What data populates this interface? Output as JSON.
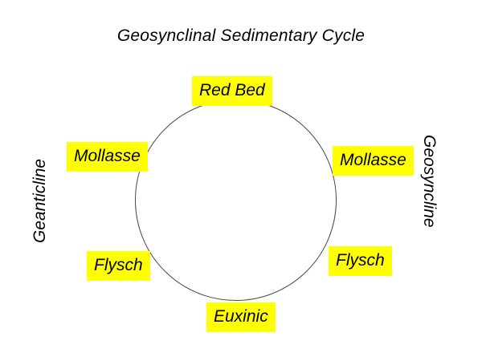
{
  "diagram": {
    "title": "Geosynclinal Sedimentary Cycle",
    "shape": "circle",
    "circle_outline_color": "#4a4a4a",
    "circle_fill_color": "#ffffff",
    "highlight_color": "#ffff00",
    "text_color": "#000000",
    "background_color": "#ffffff",
    "stages": [
      {
        "id": "red-bed",
        "label": "Red Bed",
        "position": "top"
      },
      {
        "id": "mollasse-right",
        "label": "Mollasse",
        "position": "upper-right"
      },
      {
        "id": "flysch-right",
        "label": "Flysch",
        "position": "lower-right"
      },
      {
        "id": "euxinic",
        "label": "Euxinic",
        "position": "bottom"
      },
      {
        "id": "flysch-left",
        "label": "Flysch",
        "position": "lower-left"
      },
      {
        "id": "mollasse-left",
        "label": "Mollasse",
        "position": "upper-left"
      }
    ],
    "axes": [
      {
        "id": "geanticline",
        "label": "Geanticline",
        "position": "left",
        "rotation": "-90deg"
      },
      {
        "id": "geosyncline",
        "label": "Geosyncline",
        "position": "right",
        "rotation": "90deg"
      }
    ]
  }
}
